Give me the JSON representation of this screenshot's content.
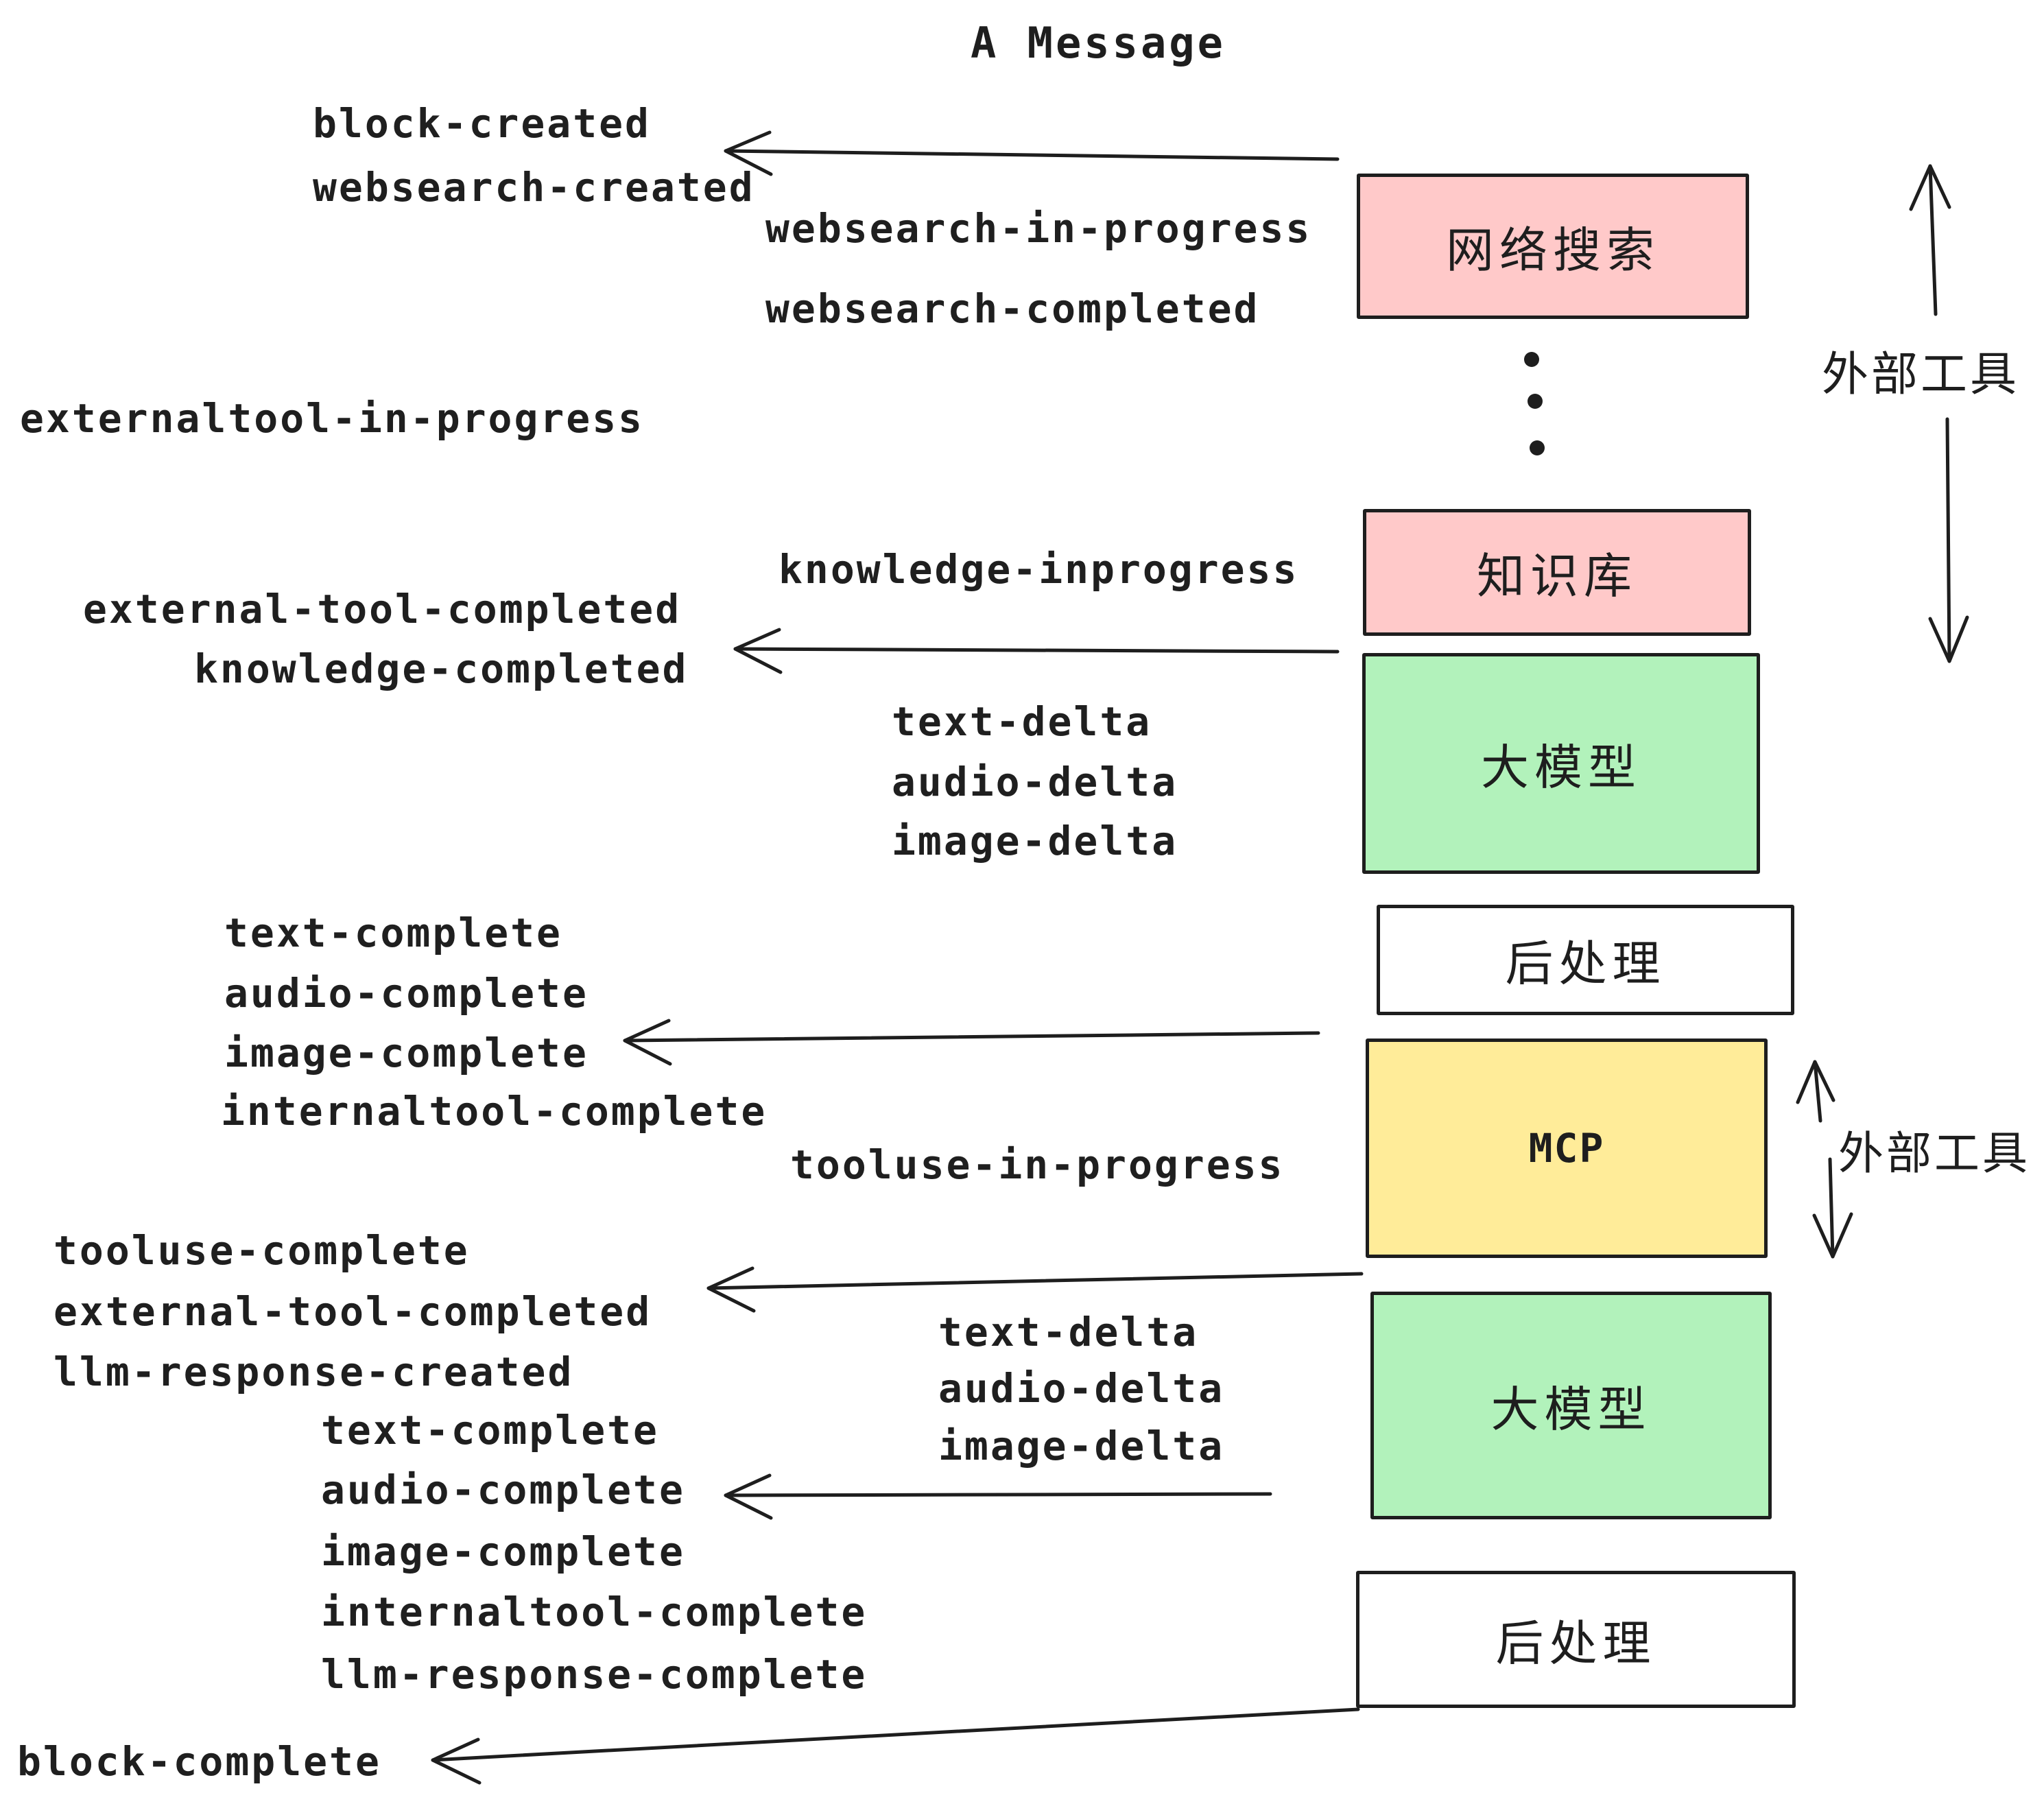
{
  "title": "A Message",
  "palette": {
    "stroke": "#1e1e1e",
    "pink": "#ffc9c9",
    "green": "#b2f2bb",
    "yellow": "#ffec99",
    "white": "#ffffff",
    "background": "#ffffff"
  },
  "nodes": [
    {
      "label": "网络搜索"
    },
    {
      "label": "知识库"
    },
    {
      "label": "大模型"
    },
    {
      "label": "后处理"
    },
    {
      "label": "MCP"
    },
    {
      "label": "大模型"
    },
    {
      "label": "后处理"
    }
  ],
  "side_labels": [
    {
      "text": "外部工具"
    },
    {
      "text": "外部工具"
    }
  ],
  "events": [
    {
      "text": "block-created"
    },
    {
      "text": "websearch-created"
    },
    {
      "text": "websearch-in-progress"
    },
    {
      "text": "websearch-completed"
    },
    {
      "text": "externaltool-in-progress"
    },
    {
      "text": "knowledge-inprogress"
    },
    {
      "text": "external-tool-completed"
    },
    {
      "text": "knowledge-completed"
    },
    {
      "text": "text-delta"
    },
    {
      "text": "audio-delta"
    },
    {
      "text": "image-delta"
    },
    {
      "text": "text-complete"
    },
    {
      "text": "audio-complete"
    },
    {
      "text": "image-complete"
    },
    {
      "text": "internaltool-complete"
    },
    {
      "text": "tooluse-in-progress"
    },
    {
      "text": "tooluse-complete"
    },
    {
      "text": "external-tool-completed"
    },
    {
      "text": "llm-response-created"
    },
    {
      "text": "text-delta"
    },
    {
      "text": "audio-delta"
    },
    {
      "text": "image-delta"
    },
    {
      "text": "text-complete"
    },
    {
      "text": "audio-complete"
    },
    {
      "text": "image-complete"
    },
    {
      "text": "internaltool-complete"
    },
    {
      "text": "llm-response-complete"
    },
    {
      "text": "block-complete"
    }
  ]
}
